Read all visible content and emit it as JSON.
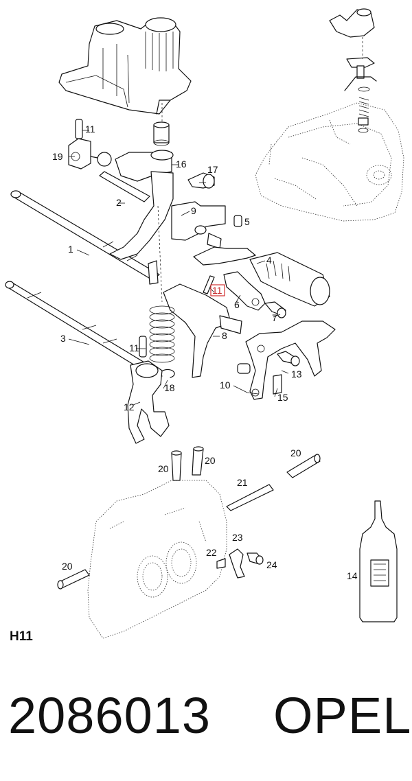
{
  "page_code": "H11",
  "part_number": "2086013",
  "brand": "OPEL",
  "highlight_color": "#d32f2f",
  "callouts": [
    "1",
    "2",
    "3",
    "4",
    "5",
    "6",
    "7",
    "8",
    "9",
    "10",
    "11",
    "11",
    "11",
    "12",
    "13",
    "14",
    "15",
    "16",
    "17",
    "18",
    "19",
    "20",
    "20",
    "20",
    "20",
    "21",
    "22",
    "23",
    "24"
  ],
  "highlighted_callout": "11"
}
